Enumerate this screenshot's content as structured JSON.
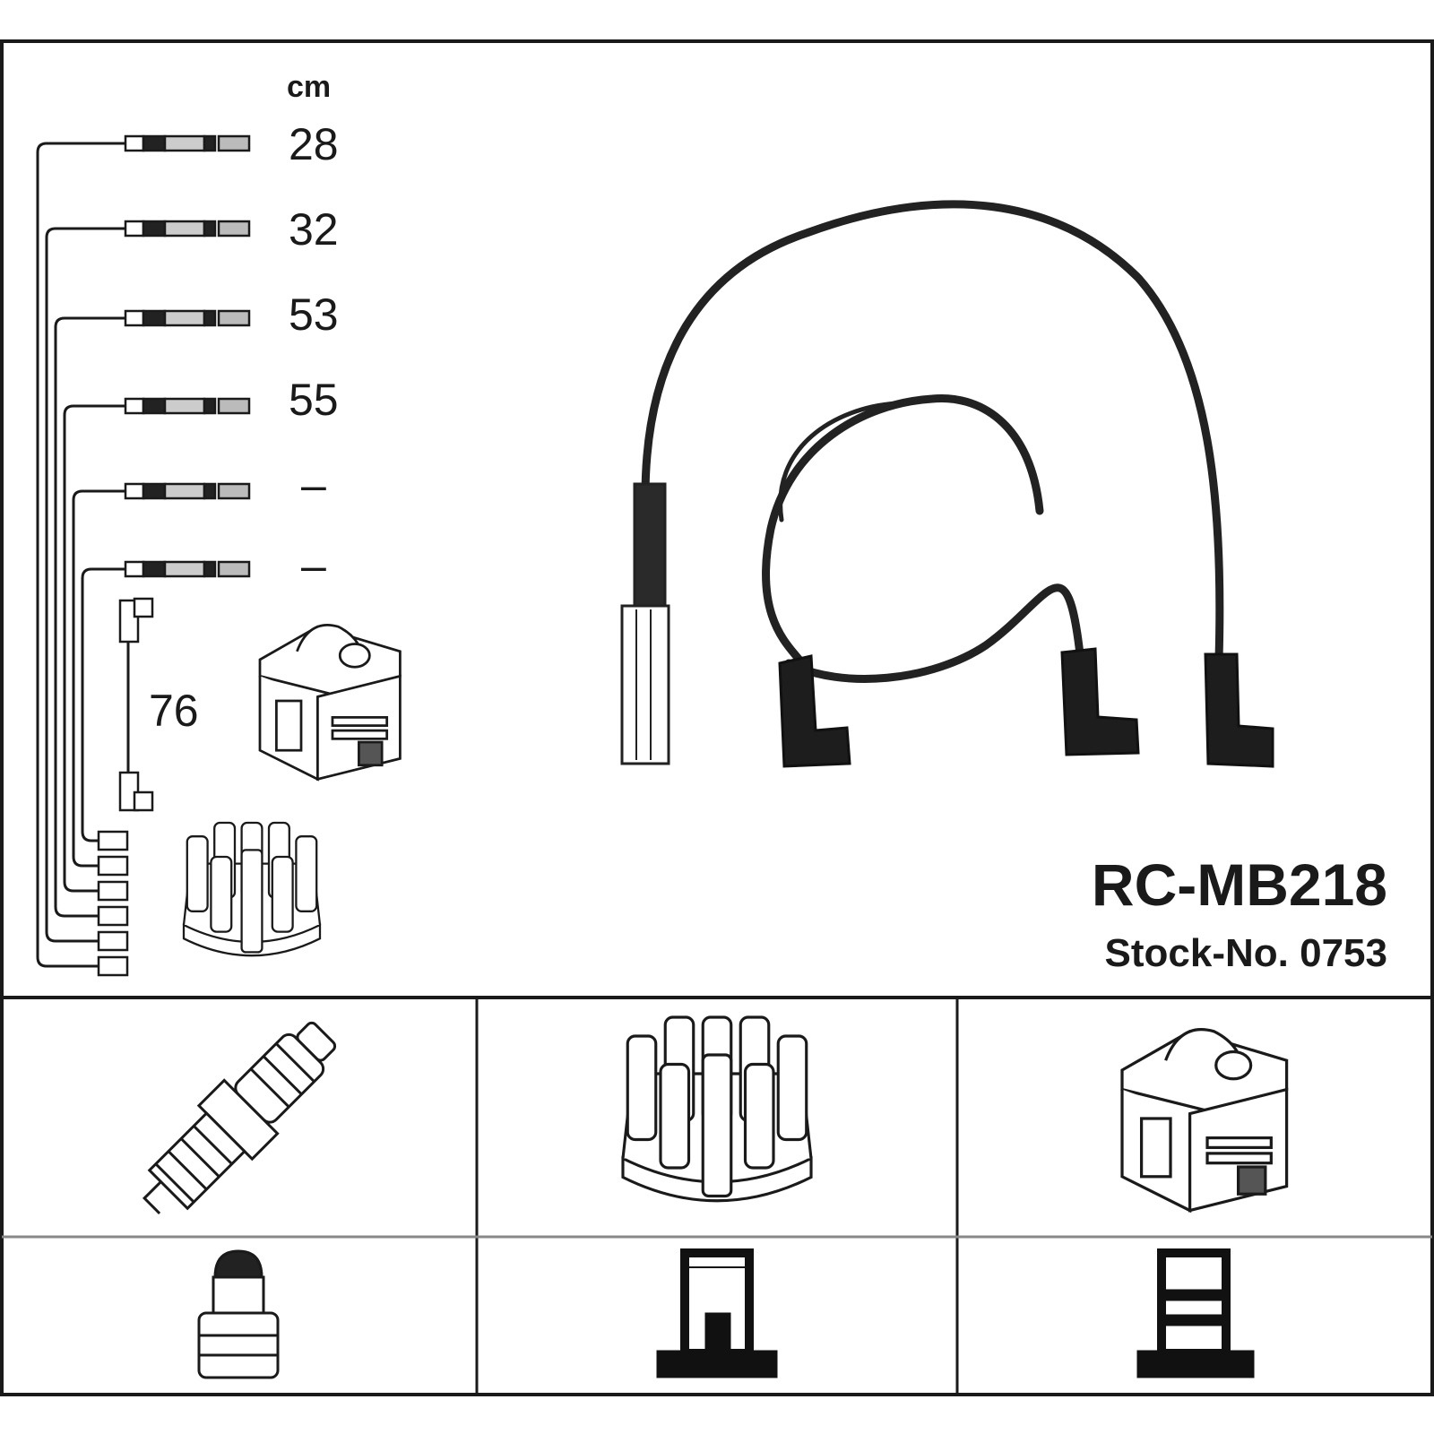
{
  "unit_label": "cm",
  "lengths": [
    "28",
    "32",
    "53",
    "55",
    "–",
    "–"
  ],
  "coil_lead_length": "76",
  "part_number": "RC-MB218",
  "stock_label": "Stock-No. 0753",
  "icons": {
    "wire_connector": "ignition-wire-connector-icon",
    "ignition_coil": "ignition-coil-icon",
    "distributor_cap": "distributor-cap-icon",
    "spark_plug": "spark-plug-icon",
    "terminal_plug": "spark-plug-terminal-icon",
    "terminal_distributor": "distributor-terminal-icon",
    "terminal_coil": "coil-terminal-icon"
  },
  "colors": {
    "line": "#1a1a1a",
    "cable": "#222222",
    "frame_grey": "#888888"
  }
}
